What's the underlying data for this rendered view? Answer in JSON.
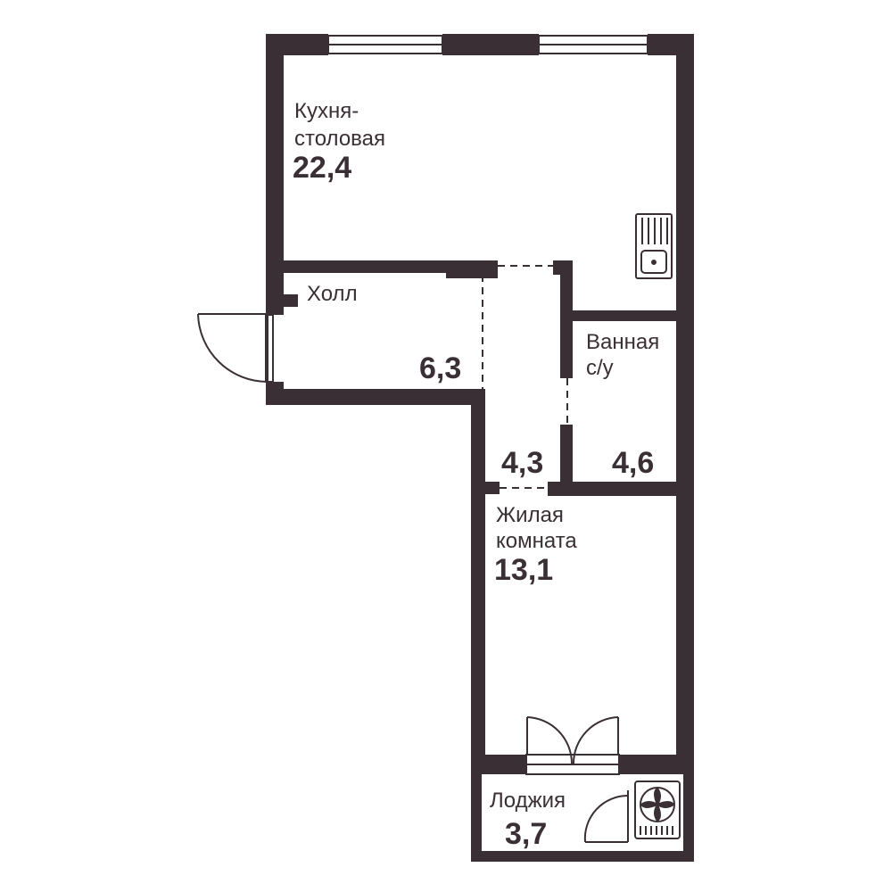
{
  "colors": {
    "wall": "#3a2f35",
    "background": "#ffffff"
  },
  "rooms": {
    "kitchen": {
      "name_line1": "Кухня-",
      "name_line2": "столовая",
      "area": "22,4"
    },
    "hall": {
      "name": "Холл",
      "area": "6,3"
    },
    "corridor": {
      "area": "4,3"
    },
    "bathroom": {
      "name_line1": "Ванная",
      "name_line2": "с/у",
      "area": "4,6"
    },
    "living": {
      "name_line1": "Жилая",
      "name_line2": "комната",
      "area": "13,1"
    },
    "loggia": {
      "name": "Лоджия",
      "area": "3,7"
    }
  },
  "icons": [
    "sink-icon",
    "air-conditioner-icon",
    "entrance-door-icon",
    "balcony-door-icon",
    "loggia-door-icon",
    "window-icon"
  ]
}
